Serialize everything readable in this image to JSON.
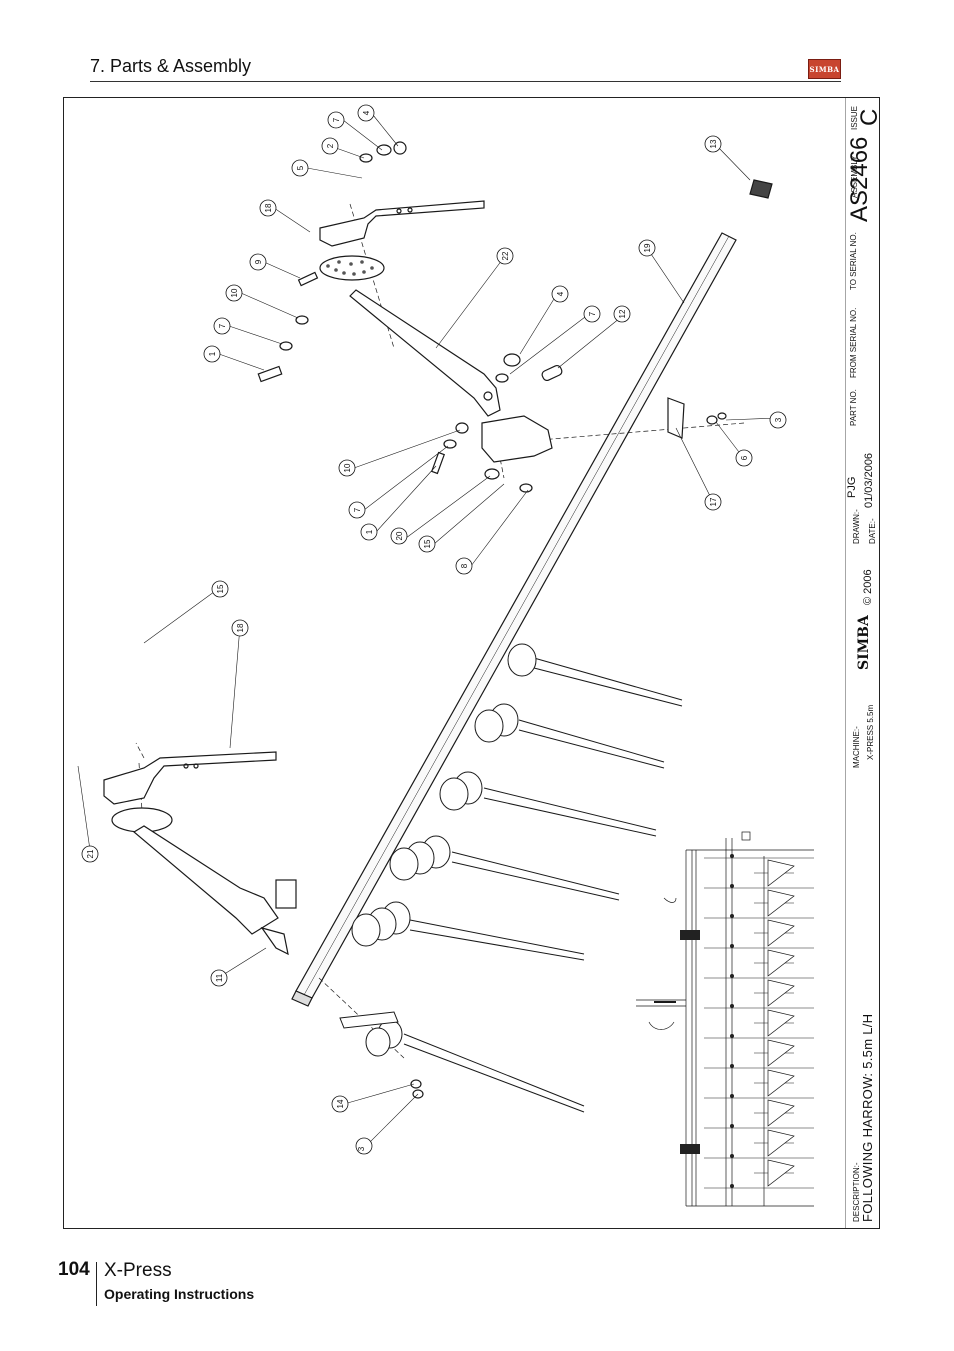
{
  "header": {
    "section_title": "7. Parts & Assembly",
    "logo_text": "SIMBA"
  },
  "title_block": {
    "issue_label": "ISSUE",
    "issue_value": "C",
    "assembly_label": "ASSEMBLY",
    "assembly_no": "AS2466",
    "to_serial_label": "TO SERIAL NO.",
    "from_serial_label": "FROM SERIAL NO.",
    "part_no_label": "PART NO.",
    "drawn_label": "DRAWN:-",
    "drawn_value": "PJG",
    "date_label": "DATE:-",
    "date_value": "01/03/2006",
    "copyright": "© 2006",
    "brand": "SIMBA",
    "machine_label": "MACHINE:-",
    "machine_value": "X-PRESS 5.5m",
    "description_label": "DESCRIPTION:-",
    "description_value": "FOLLOWING HARROW: 5.5m L/H"
  },
  "balloons": [
    {
      "n": "4"
    },
    {
      "n": "7"
    },
    {
      "n": "2"
    },
    {
      "n": "5"
    },
    {
      "n": "18"
    },
    {
      "n": "9"
    },
    {
      "n": "10"
    },
    {
      "n": "7"
    },
    {
      "n": "1"
    },
    {
      "n": "22"
    },
    {
      "n": "4"
    },
    {
      "n": "7"
    },
    {
      "n": "12"
    },
    {
      "n": "13"
    },
    {
      "n": "19"
    },
    {
      "n": "3"
    },
    {
      "n": "6"
    },
    {
      "n": "17"
    },
    {
      "n": "10"
    },
    {
      "n": "7"
    },
    {
      "n": "1"
    },
    {
      "n": "20"
    },
    {
      "n": "15"
    },
    {
      "n": "8"
    },
    {
      "n": "15"
    },
    {
      "n": "18"
    },
    {
      "n": "21"
    },
    {
      "n": "11"
    },
    {
      "n": "14"
    },
    {
      "n": "3"
    }
  ],
  "footer": {
    "page_number": "104",
    "product": "X-Press",
    "subtitle": "Operating Instructions"
  }
}
